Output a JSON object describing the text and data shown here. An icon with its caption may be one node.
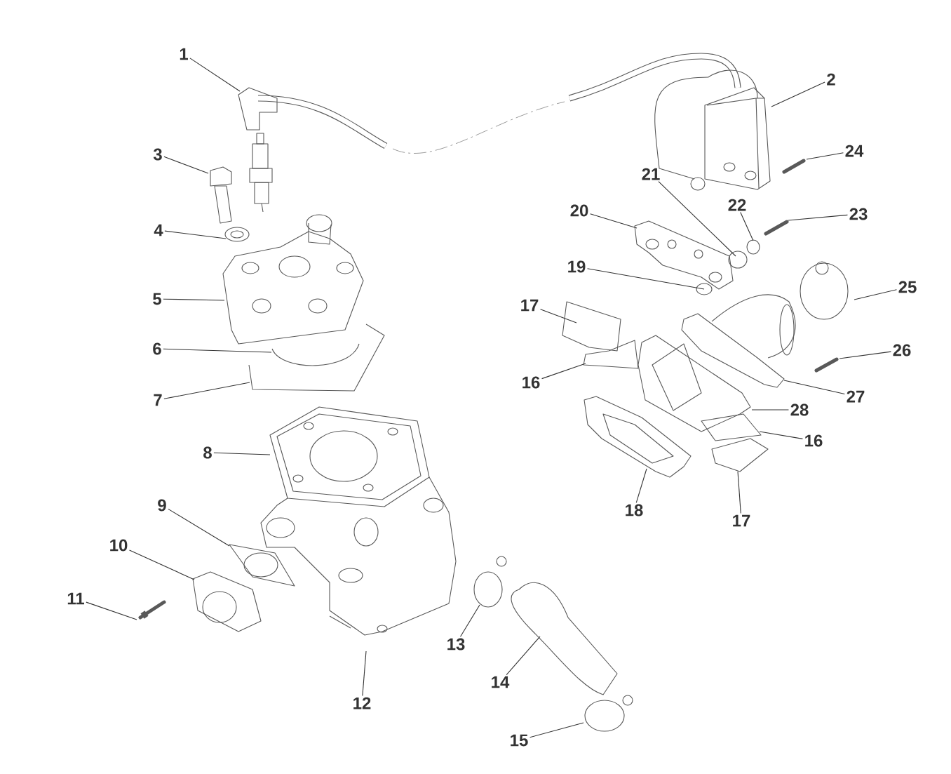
{
  "diagram": {
    "nodes": [
      {
        "text": [
          "1"
        ]
      },
      {
        "text": [
          "2"
        ]
      },
      {
        "text": [
          "3"
        ]
      },
      {
        "text": [
          "4"
        ]
      },
      {
        "text": [
          "5"
        ]
      },
      {
        "text": [
          "6"
        ]
      },
      {
        "text": [
          "7"
        ]
      },
      {
        "text": [
          "8"
        ]
      },
      {
        "text": [
          "9"
        ]
      },
      {
        "text": [
          "10"
        ]
      },
      {
        "text": [
          "11"
        ]
      },
      {
        "text": [
          "12"
        ]
      },
      {
        "text": [
          "13"
        ]
      },
      {
        "text": [
          "14"
        ]
      },
      {
        "text": [
          "15"
        ]
      },
      {
        "text": [
          "16"
        ]
      },
      {
        "text": [
          "17"
        ]
      },
      {
        "text": [
          "18"
        ]
      },
      {
        "text": [
          "19"
        ]
      },
      {
        "text": [
          "20"
        ]
      },
      {
        "text": [
          "21"
        ]
      },
      {
        "text": [
          "22"
        ]
      },
      {
        "text": [
          "23"
        ]
      },
      {
        "text": [
          "24"
        ]
      },
      {
        "text": [
          "25"
        ]
      },
      {
        "text": [
          "26"
        ]
      },
      {
        "text": [
          "27"
        ]
      },
      {
        "text": [
          "28"
        ]
      },
      {
        "text": [
          "16"
        ]
      },
      {
        "text": [
          "17"
        ]
      }
    ],
    "edges": [
      {
        "from": 0,
        "to": null,
        "arrow": "none"
      },
      {
        "from": 1,
        "to": null,
        "arrow": "none"
      },
      {
        "from": 2,
        "to": null,
        "arrow": "none"
      },
      {
        "from": 3,
        "to": null,
        "arrow": "none"
      },
      {
        "from": 4,
        "to": null,
        "arrow": "none"
      },
      {
        "from": 5,
        "to": null,
        "arrow": "none"
      },
      {
        "from": 6,
        "to": null,
        "arrow": "none"
      },
      {
        "from": 7,
        "to": null,
        "arrow": "none"
      },
      {
        "from": 8,
        "to": null,
        "arrow": "none"
      },
      {
        "from": 9,
        "to": null,
        "arrow": "none"
      },
      {
        "from": 10,
        "to": null,
        "arrow": "none"
      },
      {
        "from": 11,
        "to": null,
        "arrow": "none"
      },
      {
        "from": 12,
        "to": null,
        "arrow": "none"
      },
      {
        "from": 13,
        "to": null,
        "arrow": "none"
      },
      {
        "from": 14,
        "to": null,
        "arrow": "none"
      },
      {
        "from": 15,
        "to": null,
        "arrow": "none"
      },
      {
        "from": 16,
        "to": null,
        "arrow": "none"
      },
      {
        "from": 17,
        "to": null,
        "arrow": "none"
      },
      {
        "from": 18,
        "to": null,
        "arrow": "none"
      },
      {
        "from": 19,
        "to": null,
        "arrow": "none"
      },
      {
        "from": 20,
        "to": null,
        "arrow": "none"
      },
      {
        "from": 21,
        "to": null,
        "arrow": "none"
      },
      {
        "from": 22,
        "to": null,
        "arrow": "none"
      },
      {
        "from": 23,
        "to": null,
        "arrow": "none"
      },
      {
        "from": 24,
        "to": null,
        "arrow": "none"
      },
      {
        "from": 25,
        "to": null,
        "arrow": "none"
      },
      {
        "from": 26,
        "to": null,
        "arrow": "none"
      },
      {
        "from": 27,
        "to": null,
        "arrow": "none"
      },
      {
        "from": 28,
        "to": null,
        "arrow": "none"
      },
      {
        "from": 29,
        "to": null,
        "arrow": "none"
      }
    ]
  }
}
